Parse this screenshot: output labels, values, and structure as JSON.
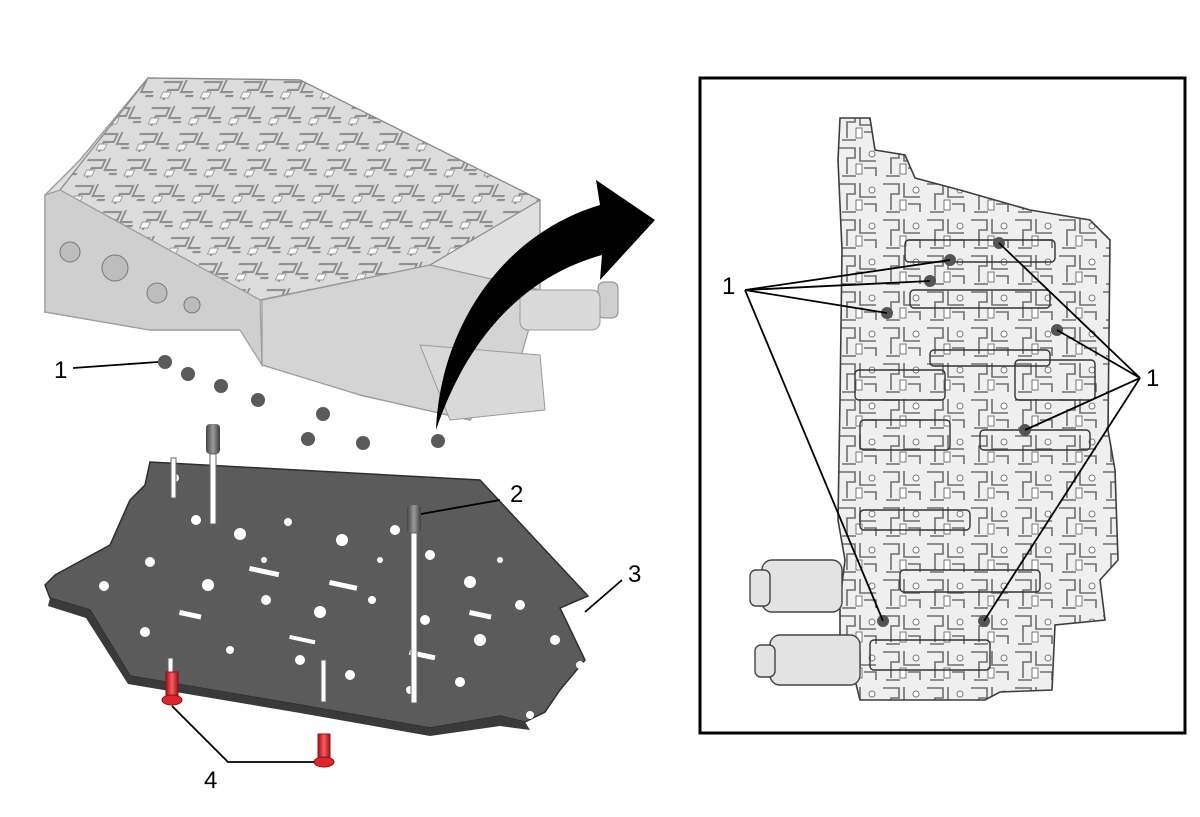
{
  "callouts": {
    "ball": "1",
    "pin": "2",
    "plate": "3",
    "bolt": "4",
    "detail_left": "1",
    "detail_right": "1"
  },
  "colors": {
    "valve_body": "#d9d9d9",
    "valve_body_shadow": "#a8a8a8",
    "separator_plate": "#555555",
    "check_ball": "#5a5a5a",
    "bolt": "#e0262b",
    "outline": "#000000"
  },
  "icons": {
    "arrow": "curved-arrow-icon",
    "check_ball": "check-ball-icon",
    "bolt": "bolt-icon",
    "pin": "pin-icon"
  }
}
